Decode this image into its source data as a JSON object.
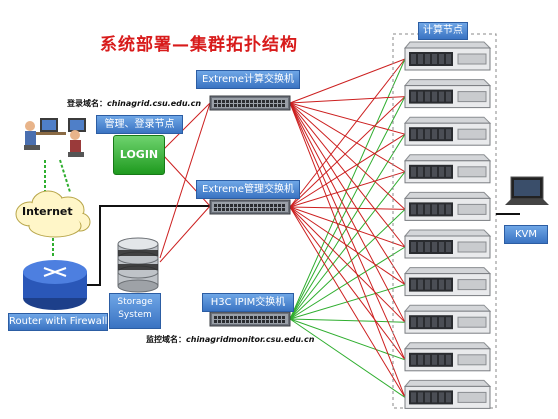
{
  "title": "系统部署—集群拓扑结构",
  "compute_nodes_label": "计算节点",
  "login_domain": {
    "prefix": "登录域名：",
    "value": "chinagrid.csu.edu.cn"
  },
  "monitor_domain": {
    "prefix": "监控域名：",
    "value": "chinagridmonitor.csu.edu.cn"
  },
  "mgmt_login_nodes_label": "管理、登录节点",
  "login_button_text": "LOGIN",
  "internet_label": "Internet",
  "router_label": "Router with Firewall",
  "storage_label_line1": "Storage",
  "storage_label_line2": "System",
  "switch_compute_label": "Extreme计算交换机",
  "switch_mgmt_label": "Extreme管理交换机",
  "switch_ipmi_label": "H3C IPIM交换机",
  "kvm_label": "KVM",
  "colors": {
    "title_red": "#d81b1b",
    "label_blue": "#3a73c2",
    "link_red": "#cc1f1f",
    "link_green": "#2fae2f",
    "link_black": "#111111",
    "cloud_green_dashes": "#38c238"
  },
  "server_count": 10
}
